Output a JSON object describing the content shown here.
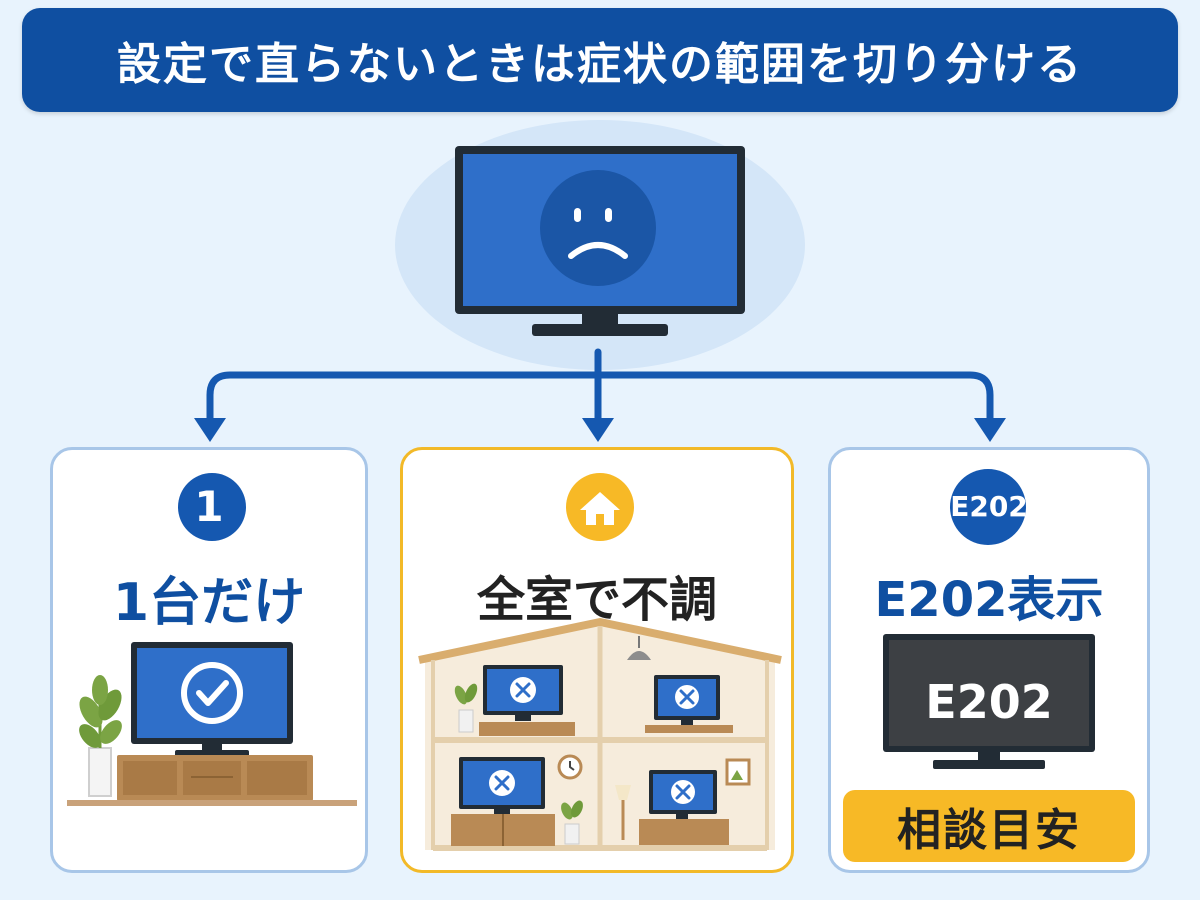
{
  "title": "設定で直らないときは症状の範囲を切り分ける",
  "cards": [
    {
      "badge": "1",
      "heading": "1台だけ"
    },
    {
      "badge_icon": "house-icon",
      "heading": "全室で不調"
    },
    {
      "badge": "E202",
      "heading": "E202表示",
      "screen_code": "E202",
      "button": "相談目安"
    }
  ],
  "colors": {
    "primary": "#0f4fa1",
    "tv_screen": "#2f6fc9",
    "accent_yellow": "#f7b926",
    "background": "#e8f3fd",
    "wood": "#b98a55"
  }
}
